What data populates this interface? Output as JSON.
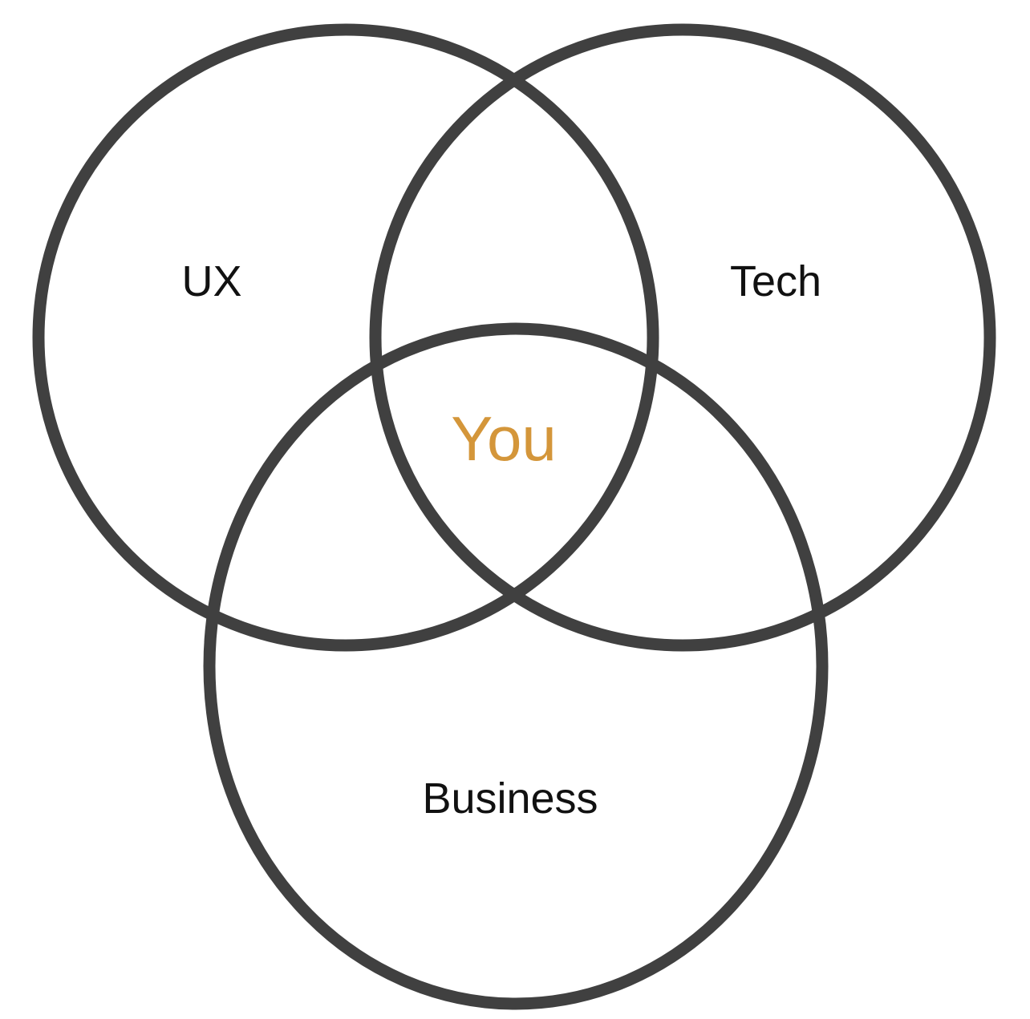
{
  "colors": {
    "background": "#ffffff",
    "circle_stroke": "#404040",
    "set_label": "#111111",
    "center_label": "#D4963A"
  },
  "sets": {
    "ux": {
      "label": "UX"
    },
    "tech": {
      "label": "Tech"
    },
    "business": {
      "label": "Business"
    }
  },
  "intersection": {
    "label": "You"
  }
}
